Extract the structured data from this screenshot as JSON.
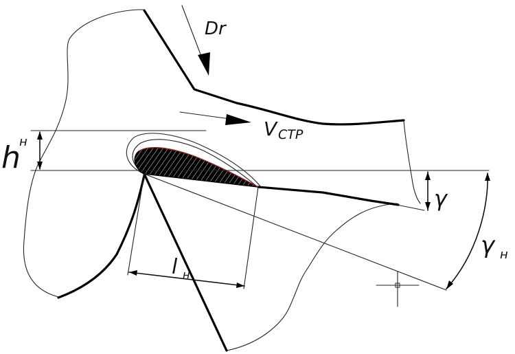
{
  "labels": {
    "dr": "Dr",
    "v_main": "V",
    "v_sub": "СТР",
    "h_main": "h",
    "h_sub": "н",
    "l_main": "l",
    "l_sub": "н",
    "gamma": "γ",
    "gamma_n_main": "γ",
    "gamma_n_sub": "н"
  },
  "colors": {
    "line": "#000000",
    "cutter_edge": "#cc2222",
    "background": "#ffffff"
  }
}
